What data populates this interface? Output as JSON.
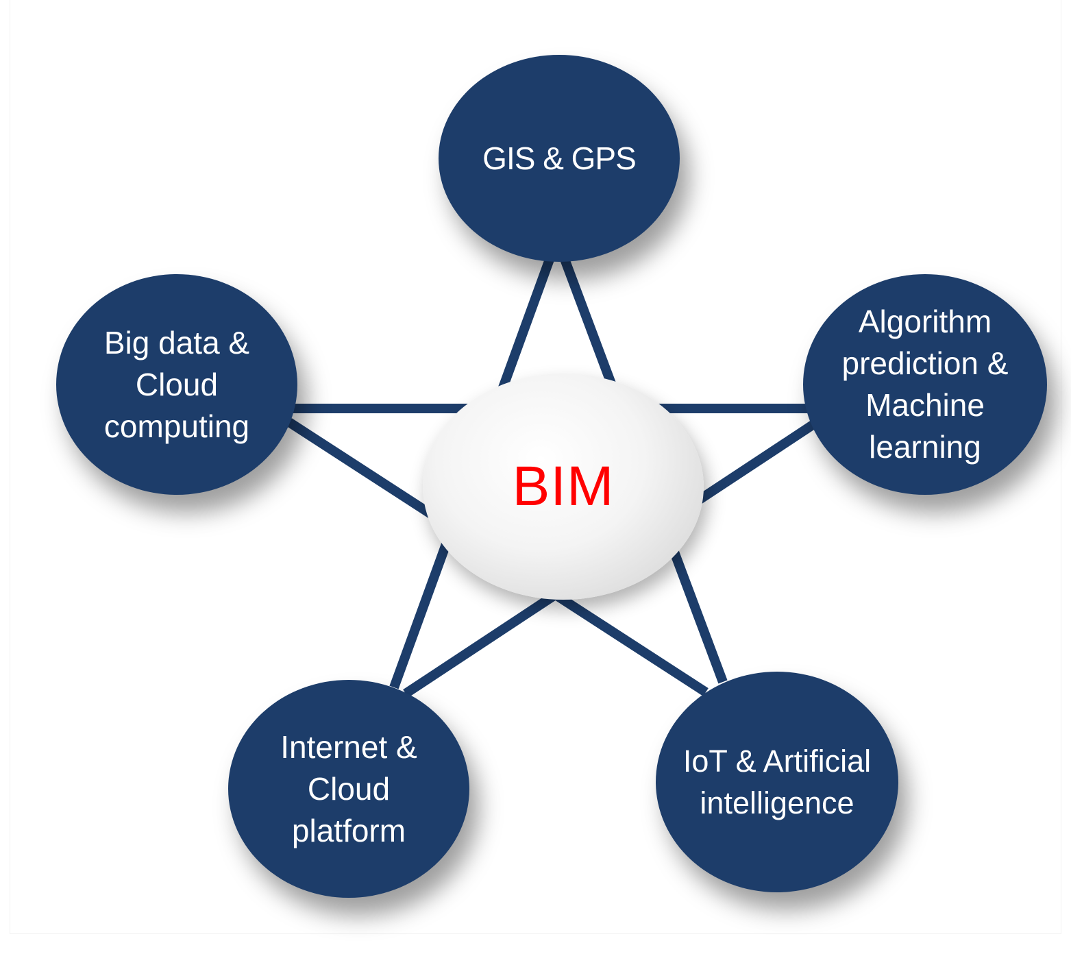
{
  "center": {
    "label": "BIM",
    "color": "#ff0000"
  },
  "nodes": {
    "gis": {
      "lines": [
        "GIS & GPS"
      ]
    },
    "bigdata": {
      "lines": [
        "Big data  &",
        "Cloud",
        "computing"
      ]
    },
    "algorithm": {
      "lines": [
        "Algorithm",
        "prediction &",
        "Machine",
        "learning"
      ]
    },
    "internet": {
      "lines": [
        "Internet  &",
        "Cloud",
        "platform"
      ]
    },
    "iot": {
      "lines": [
        "IoT  & Artificial",
        "intelligence"
      ]
    }
  },
  "colors": {
    "node_fill": "#1d3d6a",
    "link_stroke": "#1d3d6a",
    "center_fill": "#e6e6e6"
  }
}
